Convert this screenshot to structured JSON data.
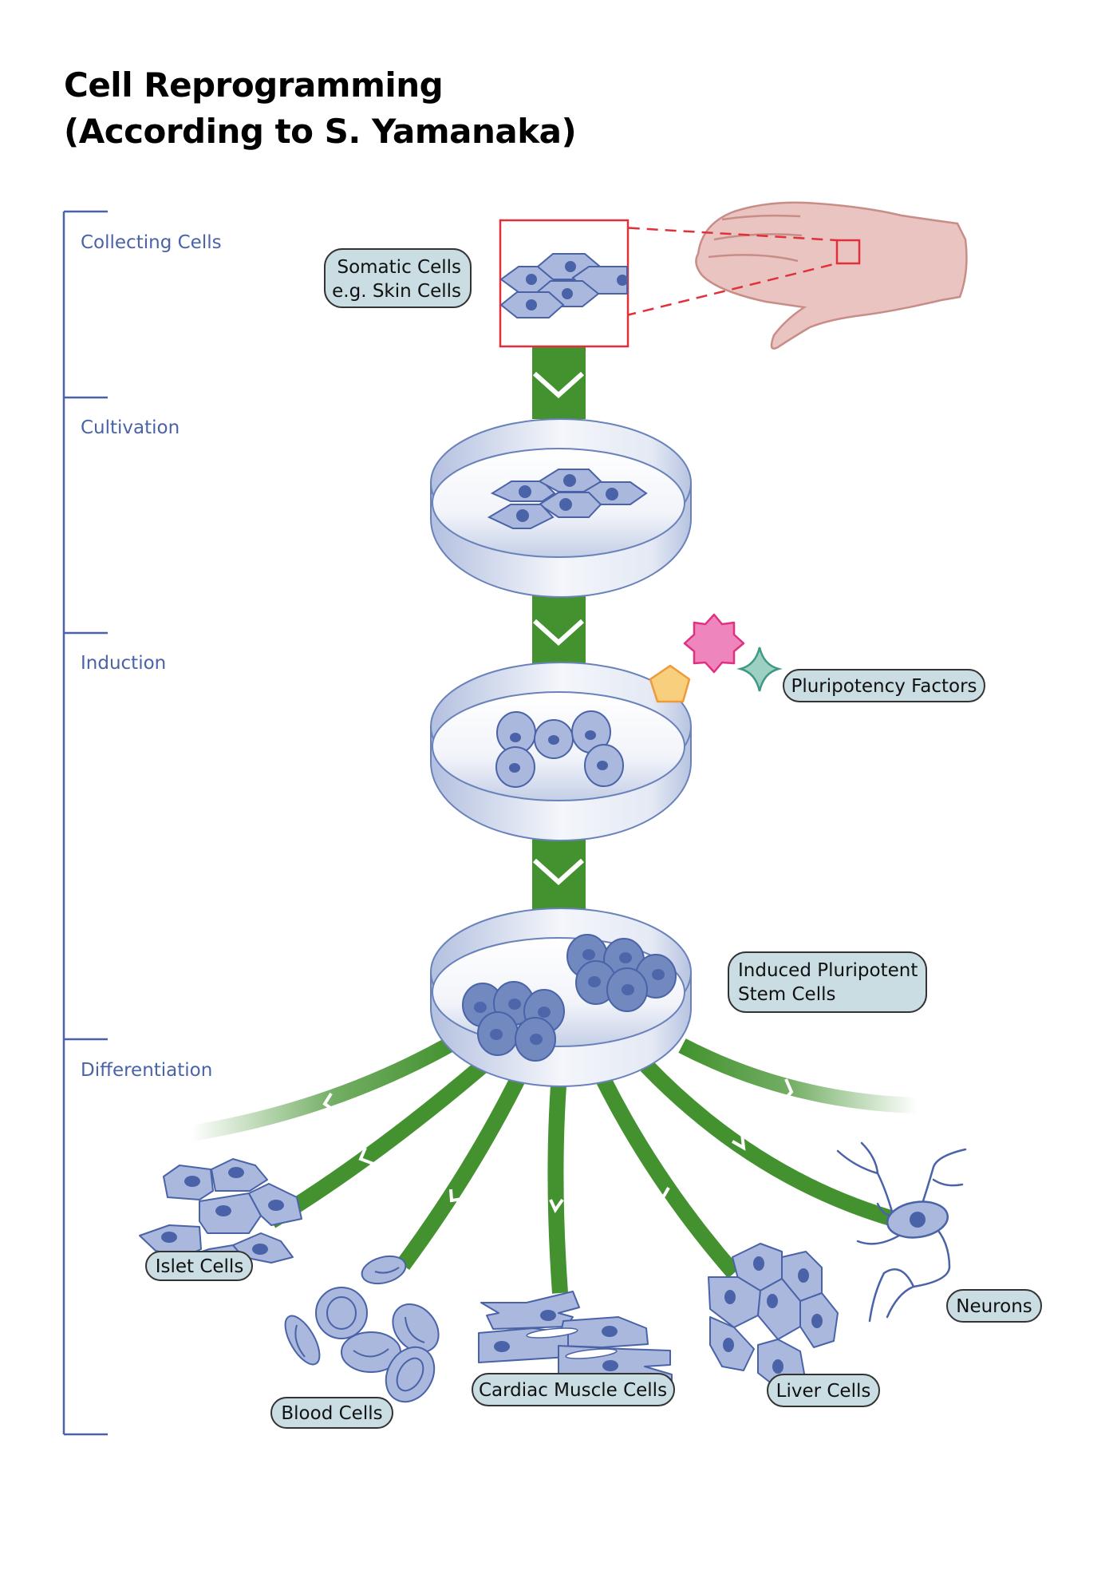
{
  "title": {
    "line1": "Cell Reprogramming",
    "line2": "(According to S. Yamanaka)"
  },
  "stages": [
    {
      "label": "Collecting Cells"
    },
    {
      "label": "Cultivation"
    },
    {
      "label": "Induction"
    },
    {
      "label": "Differentiation"
    }
  ],
  "labels": {
    "somatic": {
      "line1": "Somatic Cells",
      "line2": "e.g. Skin Cells"
    },
    "pluripotency_factors": "Pluripotency Factors",
    "ipsc": {
      "line1": "Induced Pluripotent",
      "line2": "Stem Cells"
    },
    "islet": "Islet Cells",
    "blood": "Blood Cells",
    "cardiac": "Cardiac Muscle Cells",
    "liver": "Liver Cells",
    "neurons": "Neurons"
  },
  "colors": {
    "arrow_green": "#43922f",
    "stage_blue": "#4a63a8",
    "cell_fill": "#a9b8dc",
    "cell_stroke": "#4a63a8",
    "nucleus": "#4a63a8",
    "stem_cell_fill": "#7189bf",
    "pill_fill": "#c9dde3",
    "zoom_red": "#e0313b",
    "hand_fill": "#e9c4c0",
    "hand_stroke": "#c98d88",
    "factor_pink": "#ee86bd",
    "factor_teal": "#9dd0c3",
    "factor_orange": "#f8cf7c"
  }
}
